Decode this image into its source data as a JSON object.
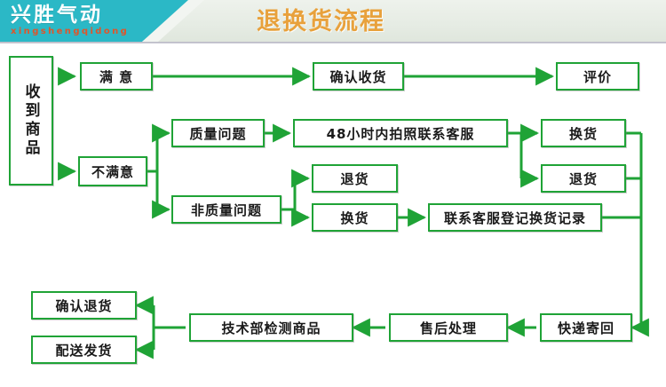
{
  "header": {
    "logo_main": "兴胜气动",
    "logo_sub": "xingshengqidong",
    "title": "退换货流程",
    "teal": "#2bb8c6",
    "title_color": "#e8a13c",
    "band_color": "#e8eee6"
  },
  "flow": {
    "line_color": "#1fa336",
    "nodes": {
      "received_goods": "收到商品",
      "satisfied": "满 意",
      "confirm_receipt": "确认收货",
      "review": "评价",
      "not_satisfied": "不满意",
      "quality_issue": "质量问题",
      "non_quality_issue": "非质量问题",
      "photo_48h": "48小时内拍照联系客服",
      "exchange_top": "换货",
      "return_right": "退货",
      "return_mid": "退货",
      "exchange_mid": "换货",
      "register_exchange": "联系客服登记换货记录",
      "express_back": "快递寄回",
      "after_sales": "售后处理",
      "tech_inspect": "技术部检测商品",
      "confirm_return": "确认退货",
      "ship_out": "配送发货"
    }
  }
}
